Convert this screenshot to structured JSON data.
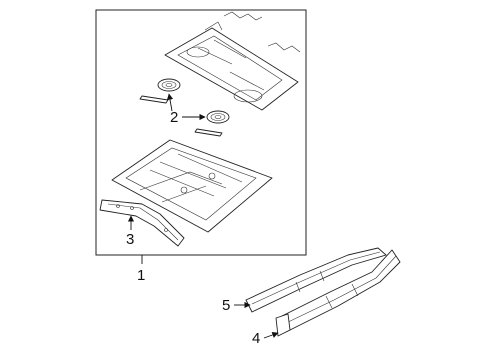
{
  "callouts": {
    "floor_pan_assembly": "1",
    "floor_plug": "2",
    "front_rail_extension": "3",
    "rear_rail_lower": "4",
    "rear_rail_upper": "5"
  },
  "colors": {
    "line": "#222222",
    "background": "#ffffff"
  }
}
